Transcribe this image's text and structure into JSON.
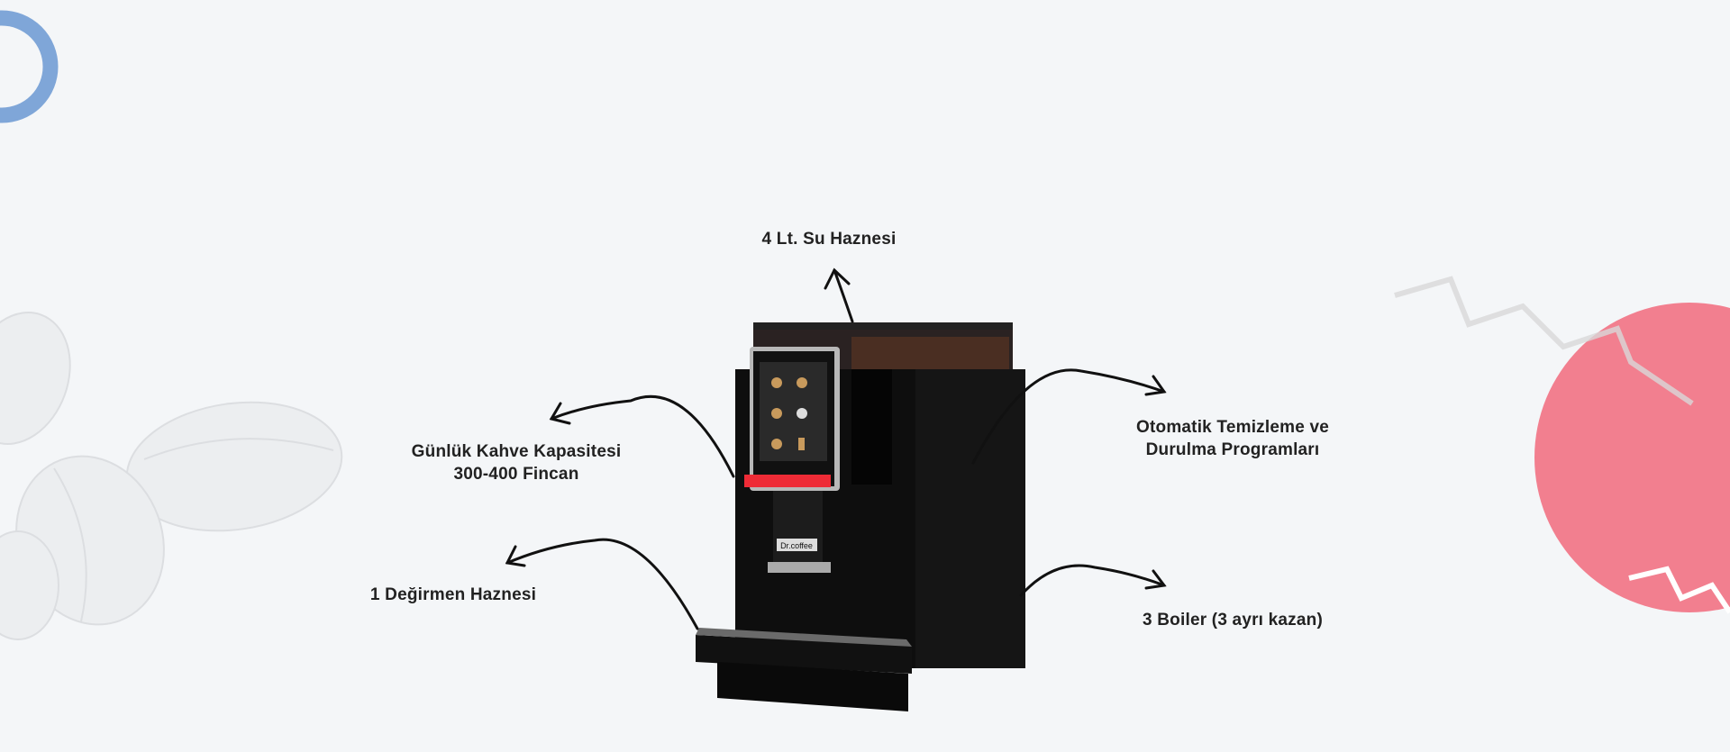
{
  "features": {
    "water_tank": "4 Lt. Su Haznesi",
    "capacity_line1": "Günlük Kahve Kapasitesi",
    "capacity_line2": "300-400 Fincan",
    "grinder": "1 Değirmen Haznesi",
    "cleaning_line1": "Otomatik Temizleme ve",
    "cleaning_line2": "Durulma Programları",
    "boiler": "3 Boiler (3 ayrı kazan)"
  },
  "machine": {
    "brand_label": "Dr.coffee"
  },
  "colors": {
    "background": "#f4f6f8",
    "ring": "#7fa6d8",
    "circle": "#f27f8f",
    "text": "#222222"
  }
}
